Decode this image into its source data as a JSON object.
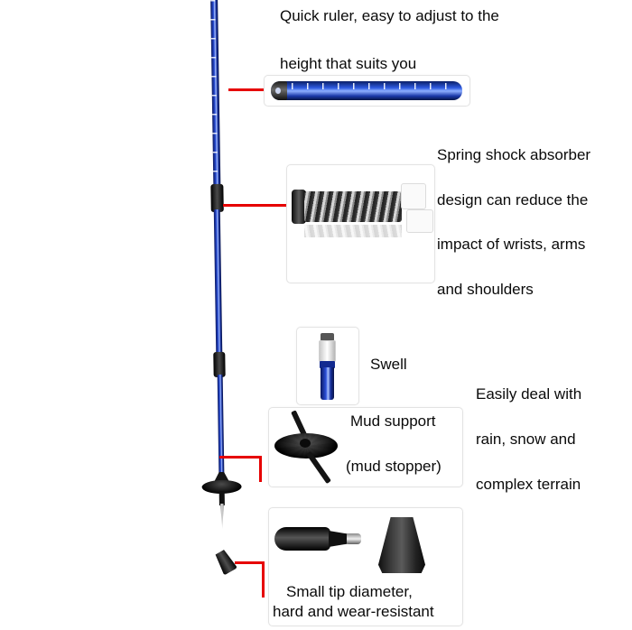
{
  "colors": {
    "accent_red": "#e60000",
    "pole_blue": "#2a4fd8"
  },
  "annotations": {
    "ruler": {
      "line1": "Quick ruler, easy to adjust to the",
      "line2": "height that suits you"
    },
    "spring": {
      "line1": "Spring shock absorber",
      "line2": "design can reduce the",
      "line3": "impact of wrists, arms",
      "line4": "and shoulders"
    },
    "swell": {
      "label": "Swell"
    },
    "mud": {
      "line1": "Mud support",
      "line2": "(mud stopper)"
    },
    "terrain": {
      "line1": "Easily deal with",
      "line2": "rain, snow and",
      "line3": "complex terrain"
    },
    "tip": {
      "line1": "Small tip diameter,",
      "line2": "hard and wear-resistant"
    }
  }
}
